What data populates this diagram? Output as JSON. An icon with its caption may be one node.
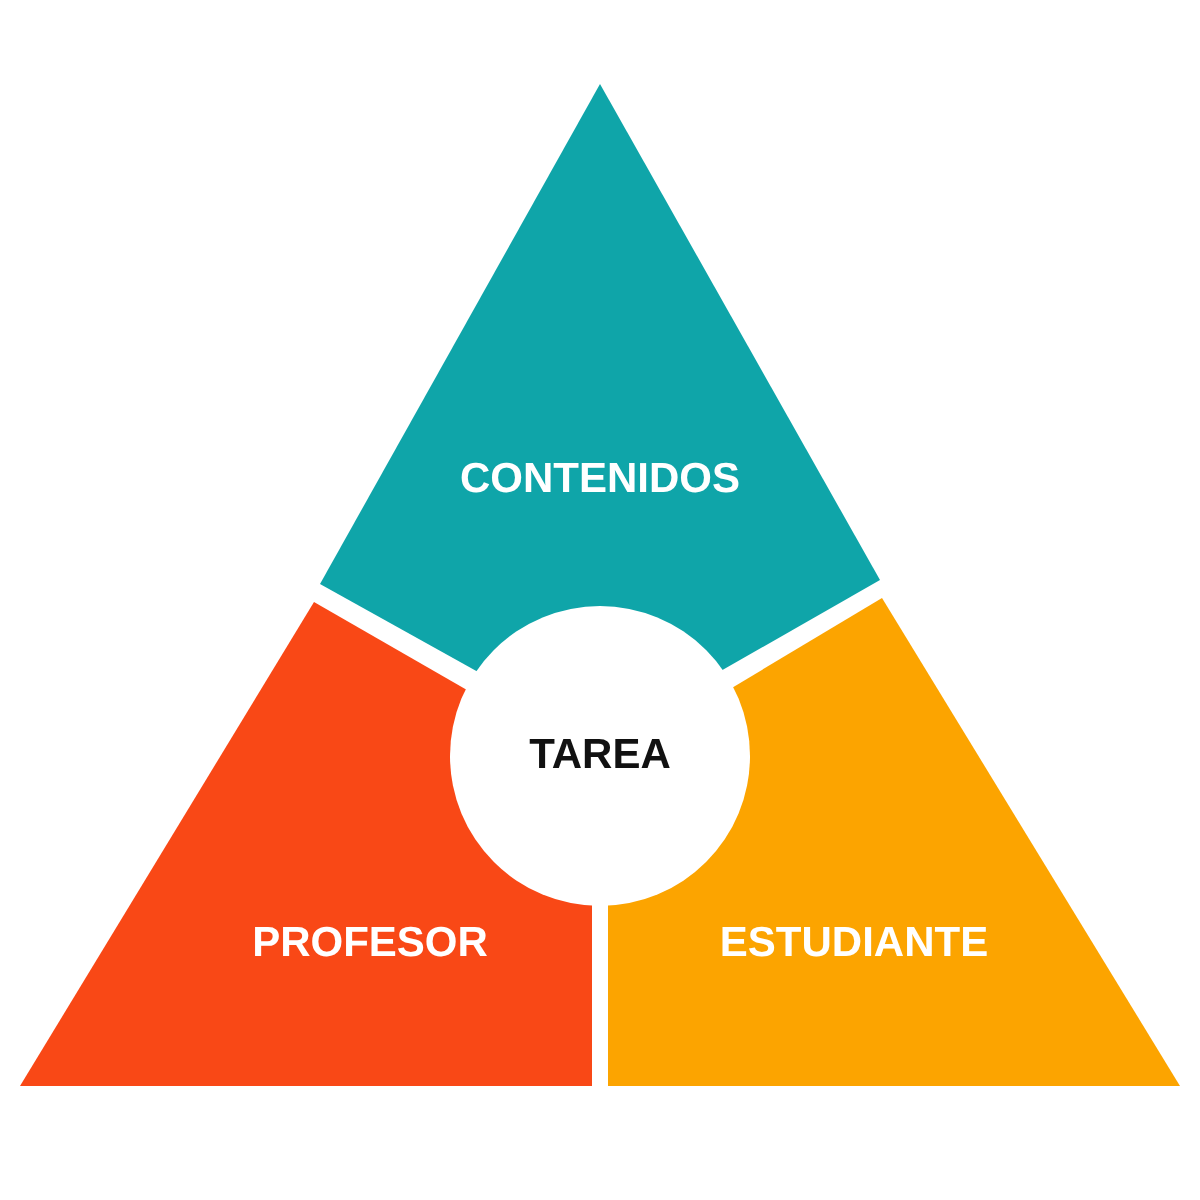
{
  "diagram": {
    "nodes": [
      {
        "text": [
          "CONTENIDOS"
        ]
      },
      {
        "text": [
          "PROFESOR"
        ]
      },
      {
        "text": [
          "ESTUDIANTE"
        ]
      },
      {
        "text": [
          "TAREA"
        ]
      }
    ]
  }
}
